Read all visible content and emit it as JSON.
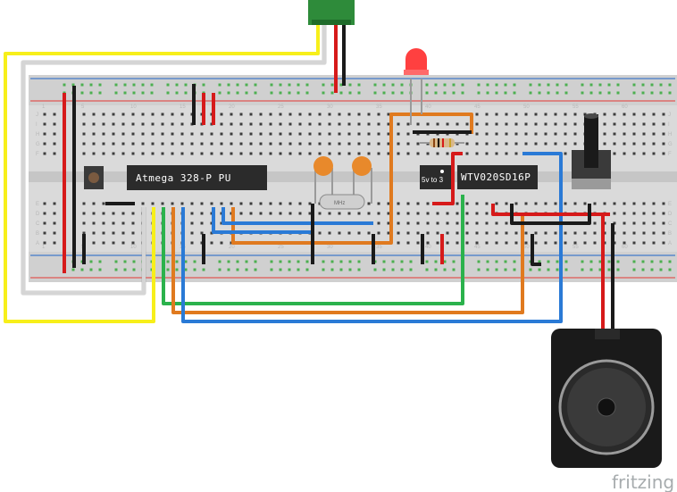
{
  "diagram": {
    "breadboard": {
      "name": "breadboard"
    },
    "chips": {
      "mcu_label": "Atmega 328-P PU",
      "voice_label": "WTV020SD16P",
      "regulator_label": "5v to 3"
    },
    "crystal_label": "MHz",
    "column_numbers": [
      "1",
      "5",
      "10",
      "15",
      "20",
      "25",
      "30",
      "35",
      "40",
      "45",
      "50",
      "55",
      "60"
    ],
    "row_letters_top": [
      "J",
      "I",
      "H",
      "G",
      "F"
    ],
    "row_letters_bottom": [
      "E",
      "D",
      "C",
      "B",
      "A"
    ],
    "brand": "fritzing",
    "colors": {
      "board": "#d8d8d8",
      "hole": "#3c3c3c",
      "green_hole": "#4caf50",
      "rail_red": "#e53935",
      "rail_blue": "#1e63c8",
      "wire_yellow": "#f7ef1a",
      "wire_white": "#f2f2f2",
      "wire_orange": "#e07a1f",
      "wire_blue": "#2a7ad6",
      "wire_green": "#2bb24c",
      "wire_red": "#d61a1a",
      "wire_black": "#1a1a1a",
      "chip": "#2b2b2b",
      "header": "#2e8b3a",
      "led": "#ff4040",
      "cap": "#e8892b"
    }
  }
}
